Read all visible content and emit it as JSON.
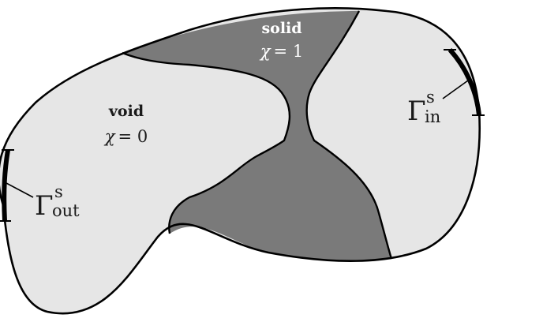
{
  "regions": {
    "void": {
      "name": "void",
      "chi_symbol": "χ",
      "relation": "= 0"
    },
    "solid": {
      "name": "solid",
      "chi_symbol": "χ",
      "relation": "= 1"
    }
  },
  "boundaries": {
    "outlet": {
      "symbol": "Γ",
      "superscript": "s",
      "subscript": "out"
    },
    "inlet": {
      "symbol": "Γ",
      "superscript": "s",
      "subscript": "in"
    }
  },
  "colors": {
    "void_fill": "#e6e6e6",
    "solid_fill": "#7a7a7a",
    "outline": "#000000"
  }
}
